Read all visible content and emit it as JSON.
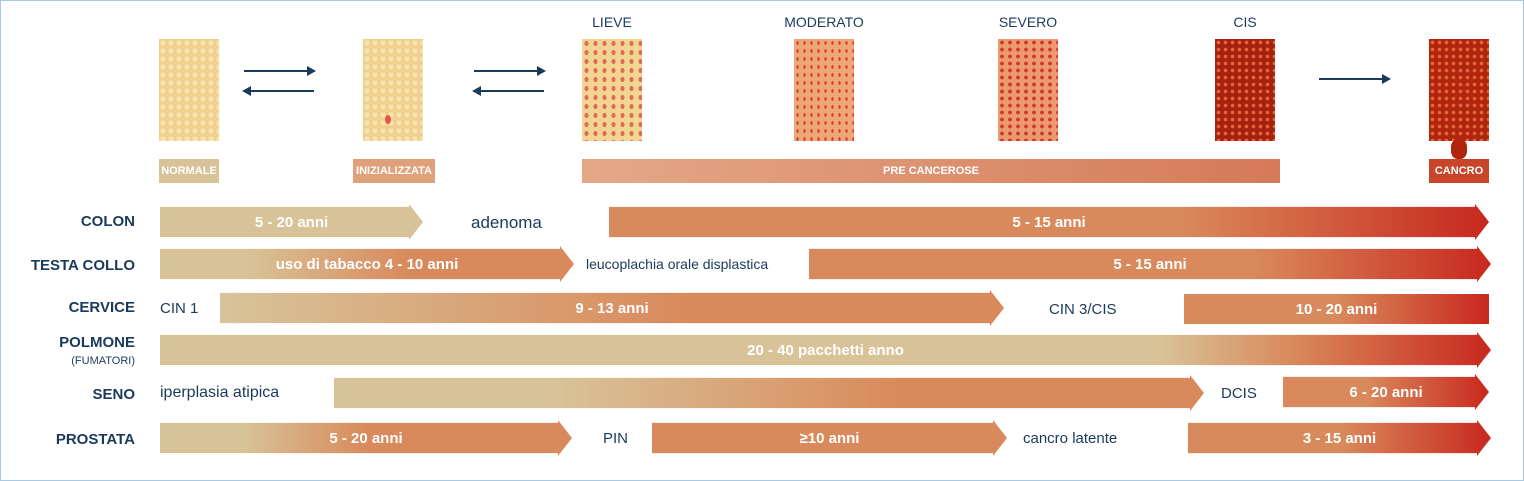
{
  "stages": {
    "lieve": "LIEVE",
    "moderato": "MODERATO",
    "severo": "SEVERO",
    "cis": "CIS"
  },
  "badges": {
    "normale": "NORMALE",
    "inizializzata": "INIZIALIZZATA",
    "pre_cancerose": "PRE CANCEROSE",
    "cancro": "CANCRO"
  },
  "rows": {
    "colon": {
      "label": "COLON",
      "bar1": "5 - 20 anni",
      "mid": "adenoma",
      "bar2": "5 - 15 anni"
    },
    "testa_collo": {
      "label": "TESTA COLLO",
      "bar1": "uso di tabacco 4 - 10 anni",
      "mid": "leucoplachia orale displastica",
      "bar2": "5 - 15 anni"
    },
    "cervice": {
      "label": "CERVICE",
      "start": "CIN 1",
      "bar1": "9 - 13 anni",
      "mid": "CIN 3/CIS",
      "bar2": "10 - 20 anni"
    },
    "polmone": {
      "label": "POLMONE",
      "sublabel": "(FUMATORI)",
      "bar1": "20 - 40  pacchetti anno"
    },
    "seno": {
      "label": "SENO",
      "start": "iperplasia atipica",
      "mid": "DCIS",
      "bar2": "6 - 20 anni"
    },
    "prostata": {
      "label": "PROSTATA",
      "bar1": "5 - 20 anni",
      "mid1": "PIN",
      "bar2": "≥10 anni",
      "mid2": "cancro latente",
      "bar3": "3 - 15 anni"
    }
  },
  "colors": {
    "tan": "#d8c398",
    "orange": "#d98a5c",
    "red": "#c8281e",
    "navy": "#1a3a5c"
  }
}
